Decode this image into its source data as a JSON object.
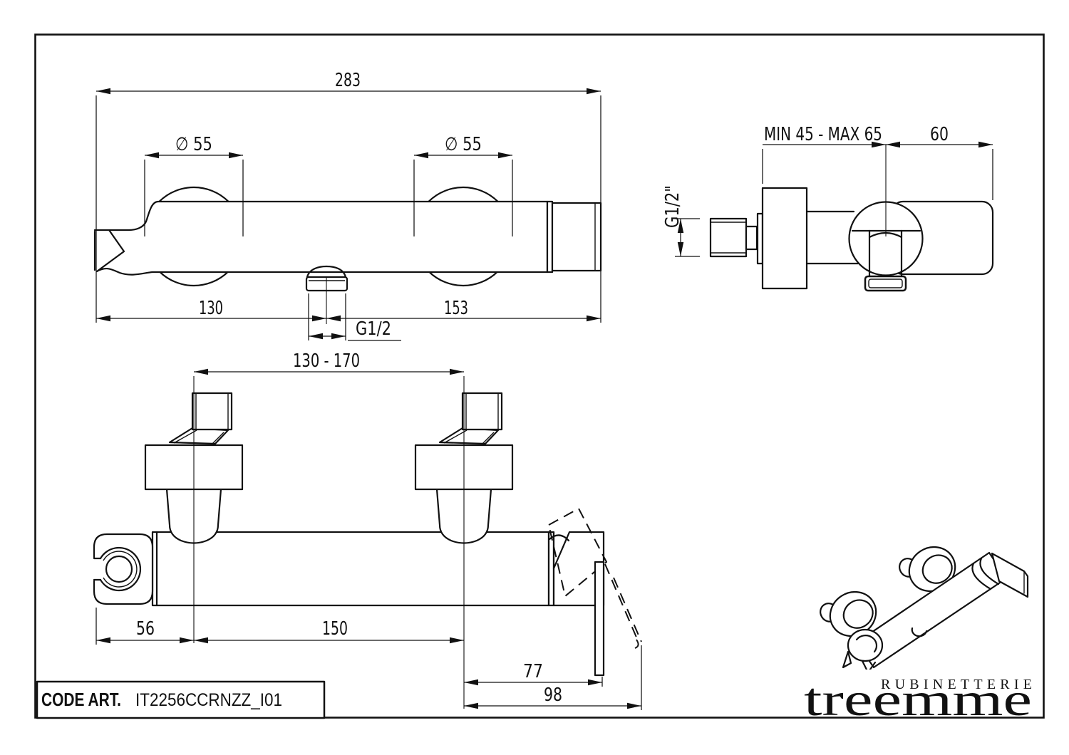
{
  "top_view": {
    "dim_overall": "283",
    "dim_diameter_left": "∅ 55",
    "dim_diameter_right": "∅ 55",
    "dim_left_span": "130",
    "dim_right_span": "153",
    "thread": "G1/2"
  },
  "side_view": {
    "dim_depth": "MIN 45 - MAX 65",
    "dim_width": "60",
    "thread": "G1/2\""
  },
  "front_view": {
    "dim_centers": "130 - 170",
    "dim_holder_offset": "56",
    "dim_span": "150",
    "dim_lever": "77",
    "dim_lever_total": "98"
  },
  "title_block": {
    "label": "CODE ART.",
    "value": "IT2256CCRNZZ_I01"
  },
  "logo": {
    "tagline": "RUBINETTERIE",
    "brand": "treemme"
  },
  "colors": {
    "line": "#111111",
    "background": "#ffffff"
  }
}
